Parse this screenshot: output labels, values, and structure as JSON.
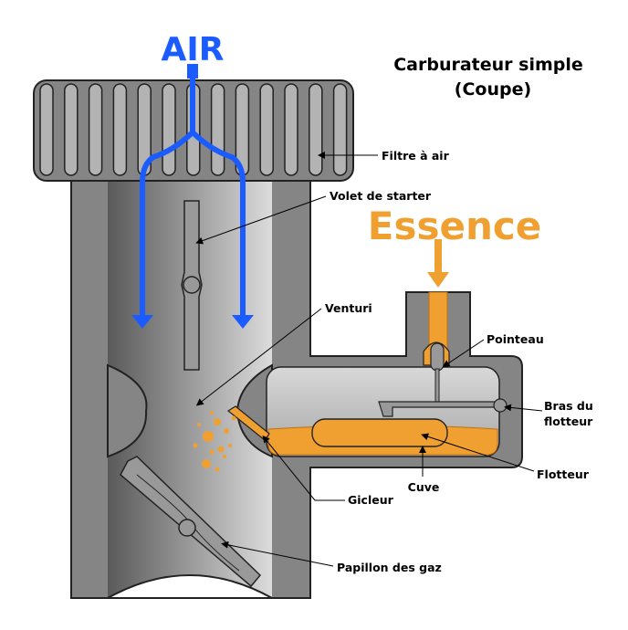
{
  "title": {
    "line1": "Carburateur simple",
    "line2": "(Coupe)"
  },
  "headings": {
    "air": "AIR",
    "essence": "Essence"
  },
  "labels": {
    "filtre_a_air": "Filtre à air",
    "volet_de_starter": "Volet de starter",
    "venturi": "Venturi",
    "pointeau": "Pointeau",
    "bras_du_flotteur_1": "Bras du",
    "bras_du_flotteur_2": "flotteur",
    "flotteur": "Flotteur",
    "cuve": "Cuve",
    "gicleur": "Gicleur",
    "papillon_des_gaz": "Papillon des gaz"
  },
  "colors": {
    "air": "#1a5cff",
    "essence": "#f0a030",
    "body": "#858585",
    "outline": "#222222"
  }
}
